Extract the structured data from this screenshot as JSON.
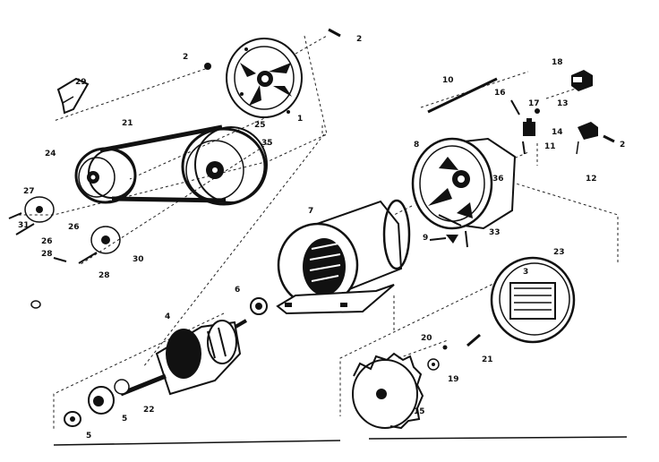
{
  "labels": {
    "part_1": "1",
    "part_2_shaft_pin": "2",
    "part_2_left": "2",
    "part_2_right": "2",
    "part_3": "3",
    "part_4": "4",
    "part_5_bearing": "5",
    "part_5_washer": "5",
    "part_6": "6",
    "part_7": "7",
    "part_8": "8",
    "part_9": "9",
    "part_10": "10",
    "part_11": "11",
    "part_12": "12",
    "part_13": "13",
    "part_14": "14",
    "part_15": "15",
    "part_16": "16",
    "part_17": "17",
    "part_18": "18",
    "part_19": "19",
    "part_20": "20",
    "part_21_belt": "21",
    "part_21_screw": "21",
    "part_22": "22",
    "part_23": "23",
    "part_24": "24",
    "part_25": "25",
    "part_26_a": "26",
    "part_26_b": "26",
    "part_27": "27",
    "part_28_a": "28",
    "part_28_b": "28",
    "part_29": "29",
    "part_30": "30",
    "part_31_hub": "31",
    "part_33": "33",
    "part_35": "35",
    "part_36": "36"
  }
}
